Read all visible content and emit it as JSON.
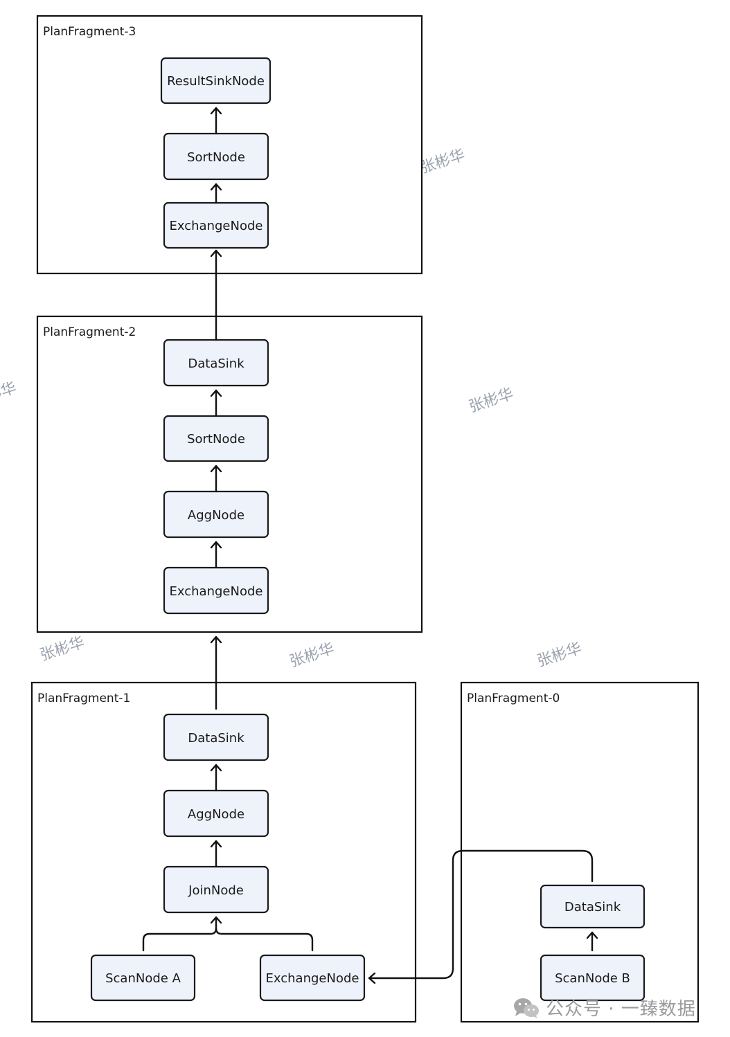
{
  "fragments": {
    "pf3": {
      "label": "PlanFragment-3"
    },
    "pf2": {
      "label": "PlanFragment-2"
    },
    "pf1": {
      "label": "PlanFragment-1"
    },
    "pf0": {
      "label": "PlanFragment-0"
    }
  },
  "nodes": {
    "pf3_result_sink": "ResultSinkNode",
    "pf3_sort": "SortNode",
    "pf3_exchange": "ExchangeNode",
    "pf2_data_sink": "DataSink",
    "pf2_sort": "SortNode",
    "pf2_agg": "AggNode",
    "pf2_exchange": "ExchangeNode",
    "pf1_data_sink": "DataSink",
    "pf1_agg": "AggNode",
    "pf1_join": "JoinNode",
    "pf1_scan_a": "ScanNode A",
    "pf1_exchange": "ExchangeNode",
    "pf0_data_sink": "DataSink",
    "pf0_scan_b": "ScanNode B"
  },
  "watermark": "张彬华",
  "footer": {
    "brand": "公众号 · 一臻数据",
    "icon": "wechat-icon"
  }
}
